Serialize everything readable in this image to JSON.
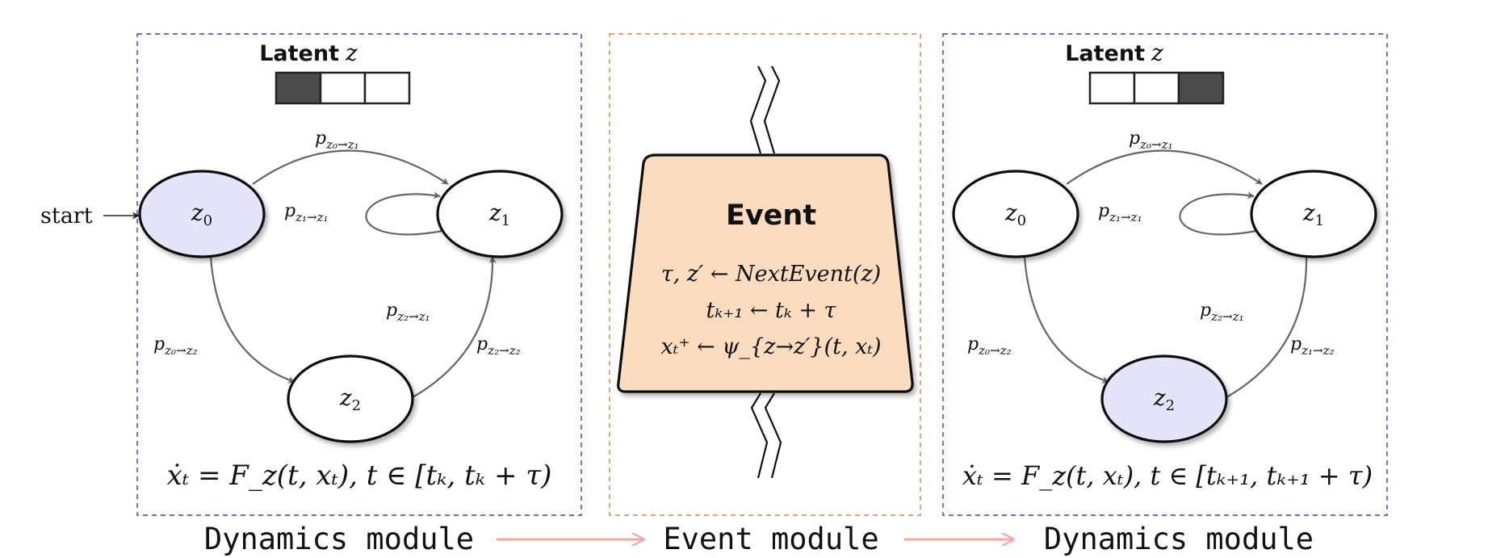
{
  "colors": {
    "dyn_border": "#3a3acc",
    "event_border": "#c8884a",
    "active_state_fill": "#e4e4fb",
    "event_fill": "#fbdcbf",
    "latent_filled": "#4a4a4a",
    "flow_arrow": "#f2a8a8",
    "edge": "#666666"
  },
  "left_module": {
    "latent_title": "Latent",
    "latent_var": "z",
    "start_label": "start",
    "states": [
      "z",
      "z",
      "z"
    ],
    "state_subs": [
      "0",
      "1",
      "2"
    ],
    "active_state": "z0",
    "latent_cells_filled": [
      true,
      false,
      false
    ],
    "edges": {
      "z0_z1": {
        "base": "p",
        "sub": "z₀→z₁"
      },
      "z1_z1": {
        "base": "p",
        "sub": "z₁→z₁"
      },
      "z2_z1": {
        "base": "p",
        "sub": "z₂→z₁"
      },
      "z0_z2": {
        "base": "p",
        "sub": "z₀→z₂"
      },
      "z2_z2": {
        "base": "p",
        "sub": "z₂→z₂"
      }
    },
    "equation": "ẋₜ = F_z(t, xₜ),  t ∈ [tₖ, tₖ + τ)"
  },
  "event_module": {
    "title": "Event",
    "line1": "τ,  z′ ← NextEvent(z)",
    "line2": "tₖ₊₁ ← tₖ + τ",
    "line3": "xₜ⁺ ← ψ_{z→z′}(t, xₜ)"
  },
  "right_module": {
    "latent_title": "Latent",
    "latent_var": "z",
    "states": [
      "z",
      "z",
      "z"
    ],
    "state_subs": [
      "0",
      "1",
      "2"
    ],
    "active_state": "z2",
    "latent_cells_filled": [
      false,
      false,
      true
    ],
    "edges": {
      "z0_z1": {
        "base": "p",
        "sub": "z₀→z₁"
      },
      "z1_z1": {
        "base": "p",
        "sub": "z₁→z₁"
      },
      "z2_z1": {
        "base": "p",
        "sub": "z₂→z₁"
      },
      "z0_z2": {
        "base": "p",
        "sub": "z₀→z₂"
      },
      "z1_z2": {
        "base": "p",
        "sub": "z₁→z₂"
      }
    },
    "equation": "ẋₜ = F_z(t, xₜ),  t ∈ [tₖ₊₁, tₖ₊₁ + τ)"
  },
  "captions": {
    "left": "Dynamics module",
    "middle": "Event module",
    "right": "Dynamics module"
  }
}
